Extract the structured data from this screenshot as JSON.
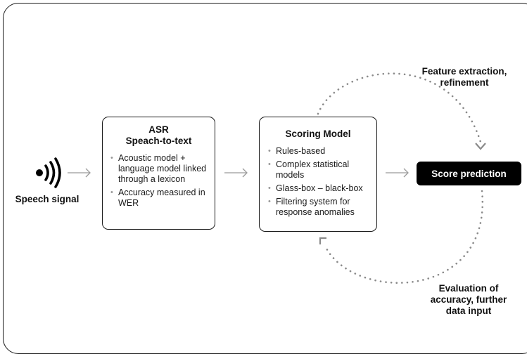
{
  "speech_signal": {
    "label": "Speech signal",
    "icon": "sound-wave-icon"
  },
  "asr": {
    "title_line1": "ASR",
    "title_line2": "Speach-to-text",
    "items": [
      "Acoustic model + language model linked through a lexicon",
      "Accuracy measured in WER"
    ]
  },
  "scoring_model": {
    "title": "Scoring Model",
    "items": [
      "Rules-based",
      "Complex statistical models",
      "Glass-box – black-box",
      "Filtering system for response anomalies"
    ]
  },
  "score_prediction": {
    "label": "Score prediction"
  },
  "loop_top": {
    "line1": "Feature extraction,",
    "line2": "refinement"
  },
  "loop_bottom": {
    "line1": "Evaluation of",
    "line2": "accuracy, further",
    "line3": "data input"
  },
  "colors": {
    "border": "#1a1a1a",
    "arrow": "#9a9a9a",
    "dots": "#8a8a8a",
    "pill": "#000000"
  }
}
